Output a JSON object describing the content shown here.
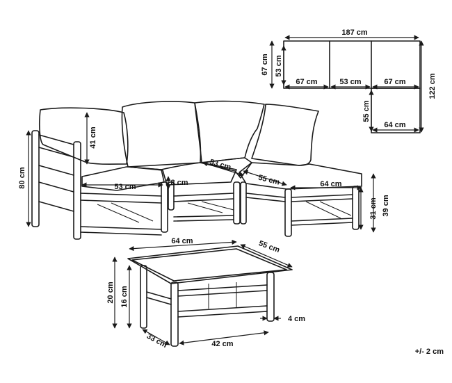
{
  "colors": {
    "line": "#1a1a1a",
    "background": "#ffffff"
  },
  "labels": {
    "plan_total_width": "187 cm",
    "plan_depth_outer": "67 cm",
    "plan_depth_inner": "53 cm",
    "plan_seg_left": "67 cm",
    "plan_seg_mid": "53 cm",
    "plan_seg_right": "67 cm",
    "plan_total_length": "122 cm",
    "plan_ottoman_depth": "55 cm",
    "plan_ottoman_width": "64 cm",
    "back_height": "41 cm",
    "total_height": "80 cm",
    "seat_depth_left": "53 cm",
    "cushion_thickness": "8 cm",
    "seat_depth_right": "53 cm",
    "ottoman_depth": "55 cm",
    "ottoman_width": "64 cm",
    "ottoman_frame_height": "31 cm",
    "ottoman_height": "39 cm",
    "table_width": "64 cm",
    "table_depth": "55 cm",
    "table_height": "20 cm",
    "table_under_height": "16 cm",
    "table_rail": "4 cm",
    "table_inner_depth": "33 cm",
    "table_inner_width": "42 cm",
    "tolerance": "+/- 2 cm"
  }
}
